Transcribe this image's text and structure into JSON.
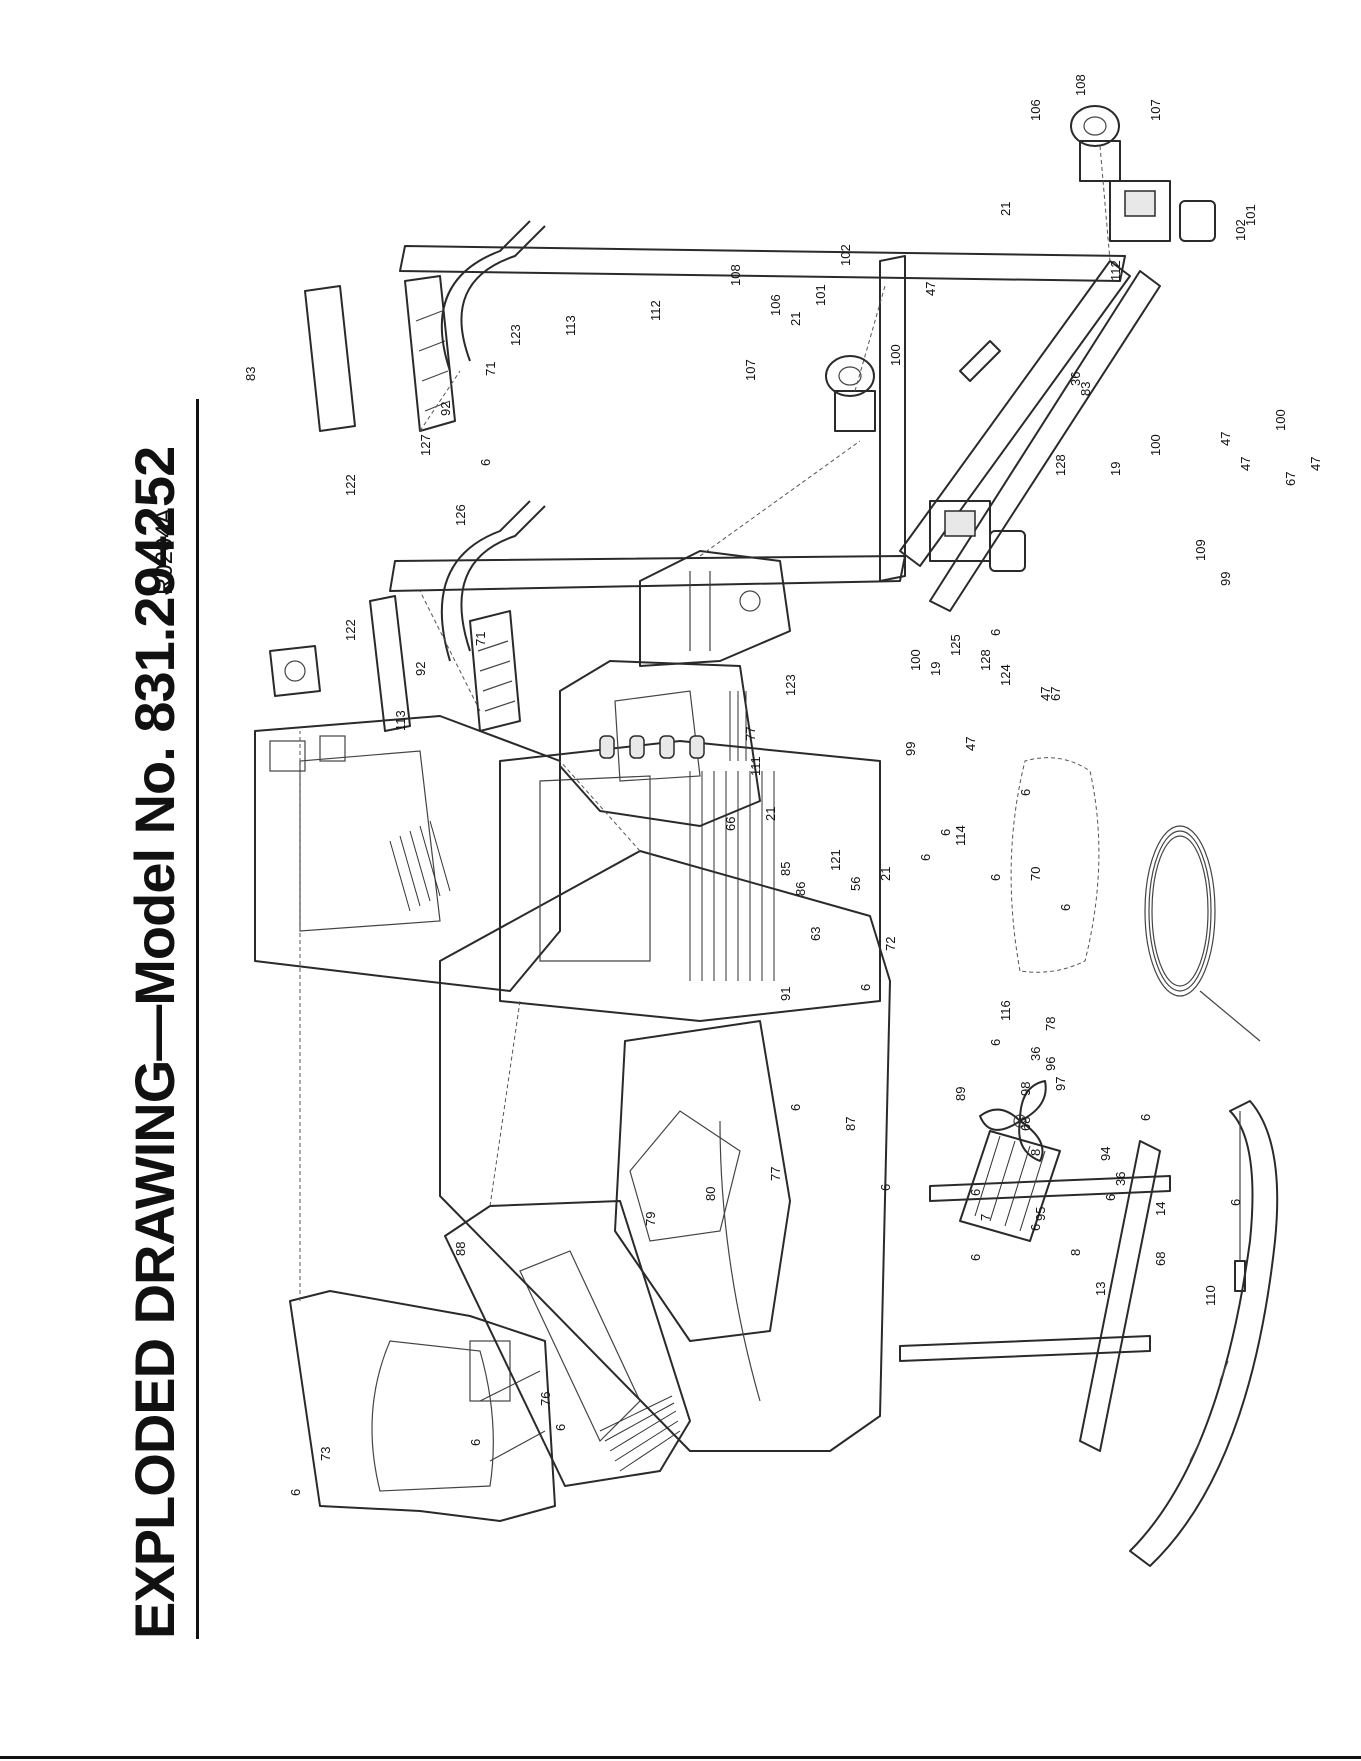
{
  "title": "EXPLODED DRAWING—Model No. 831.294252",
  "drawing_code": "R0204A",
  "callouts": [
    {
      "label": "6"
    },
    {
      "label": "73"
    },
    {
      "label": "6"
    },
    {
      "label": "6"
    },
    {
      "label": "76"
    },
    {
      "label": "88"
    },
    {
      "label": "79"
    },
    {
      "label": "80"
    },
    {
      "label": "77"
    },
    {
      "label": "6"
    },
    {
      "label": "6"
    },
    {
      "label": "95"
    },
    {
      "label": "6"
    },
    {
      "label": "94"
    },
    {
      "label": "6"
    },
    {
      "label": "6"
    },
    {
      "label": "6"
    },
    {
      "label": "6"
    },
    {
      "label": "72"
    },
    {
      "label": "6"
    },
    {
      "label": "70"
    },
    {
      "label": "6"
    },
    {
      "label": "6"
    },
    {
      "label": "6"
    },
    {
      "label": "6"
    },
    {
      "label": "124"
    },
    {
      "label": "125"
    },
    {
      "label": "6"
    },
    {
      "label": "122"
    },
    {
      "label": "113"
    },
    {
      "label": "123"
    },
    {
      "label": "92"
    },
    {
      "label": "71"
    },
    {
      "label": "126"
    },
    {
      "label": "122"
    },
    {
      "label": "127"
    },
    {
      "label": "6"
    },
    {
      "label": "92"
    },
    {
      "label": "71"
    },
    {
      "label": "83"
    },
    {
      "label": "113"
    },
    {
      "label": "123"
    },
    {
      "label": "112"
    },
    {
      "label": "107"
    },
    {
      "label": "106"
    },
    {
      "label": "108"
    },
    {
      "label": "21"
    },
    {
      "label": "101"
    },
    {
      "label": "102"
    },
    {
      "label": "112"
    },
    {
      "label": "102"
    },
    {
      "label": "101"
    },
    {
      "label": "107"
    },
    {
      "label": "106"
    },
    {
      "label": "108"
    },
    {
      "label": "21"
    },
    {
      "label": "100"
    },
    {
      "label": "47"
    },
    {
      "label": "36"
    },
    {
      "label": "83"
    },
    {
      "label": "67"
    },
    {
      "label": "47"
    },
    {
      "label": "100"
    },
    {
      "label": "47"
    },
    {
      "label": "109"
    },
    {
      "label": "19"
    },
    {
      "label": "128"
    },
    {
      "label": "100"
    },
    {
      "label": "47"
    },
    {
      "label": "99"
    },
    {
      "label": "67"
    },
    {
      "label": "47"
    },
    {
      "label": "19"
    },
    {
      "label": "128"
    },
    {
      "label": "100"
    },
    {
      "label": "47"
    },
    {
      "label": "99"
    },
    {
      "label": "111"
    },
    {
      "label": "21"
    },
    {
      "label": "85"
    },
    {
      "label": "86"
    },
    {
      "label": "63"
    },
    {
      "label": "56"
    },
    {
      "label": "66"
    },
    {
      "label": "121"
    },
    {
      "label": "21"
    },
    {
      "label": "114"
    },
    {
      "label": "77"
    },
    {
      "label": "91"
    },
    {
      "label": "116"
    },
    {
      "label": "78"
    },
    {
      "label": "36"
    },
    {
      "label": "96"
    },
    {
      "label": "98"
    },
    {
      "label": "97"
    },
    {
      "label": "89"
    },
    {
      "label": "87"
    },
    {
      "label": "6"
    },
    {
      "label": "6"
    },
    {
      "label": "6"
    },
    {
      "label": "7"
    },
    {
      "label": "8"
    },
    {
      "label": "68"
    },
    {
      "label": "14"
    },
    {
      "label": "36"
    },
    {
      "label": "8"
    },
    {
      "label": "68"
    },
    {
      "label": "13"
    },
    {
      "label": "110"
    }
  ]
}
